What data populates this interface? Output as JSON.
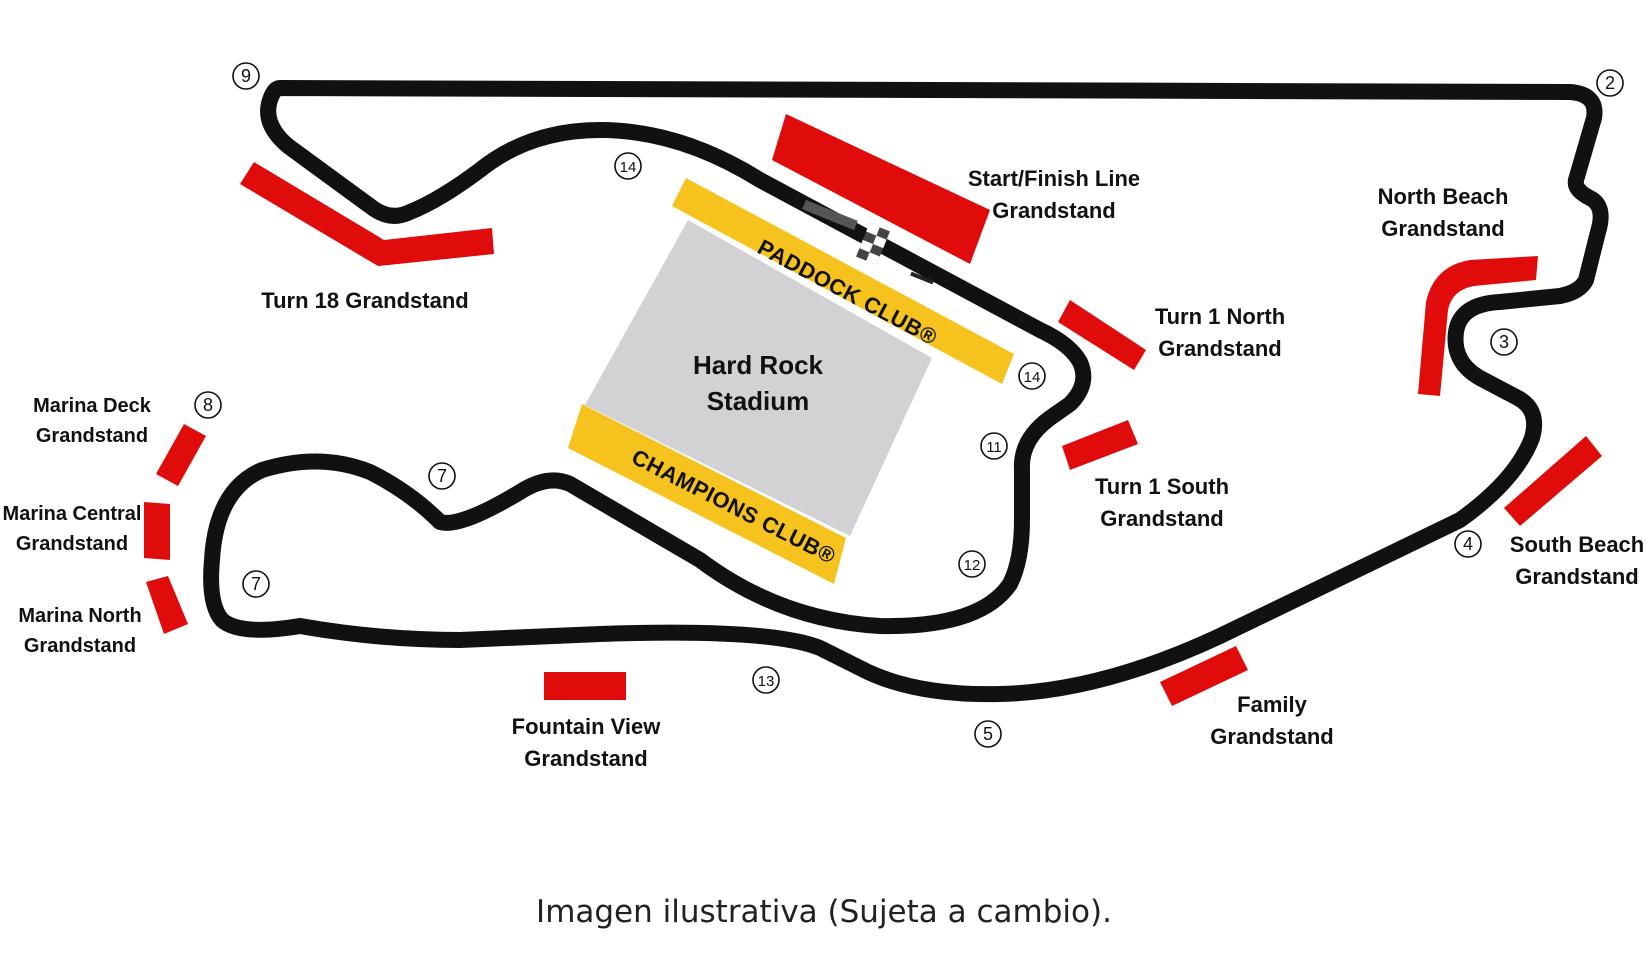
{
  "colors": {
    "track": "#111111",
    "grandstand": "#e00b0b",
    "club": "#f6c31e",
    "stadium": "#d2d2d4"
  },
  "stadium": {
    "line1": "Hard Rock",
    "line2": "Stadium"
  },
  "clubs": {
    "paddock": "PADDOCK CLUB®",
    "champions": "CHAMPIONS CLUB®"
  },
  "grandstands": {
    "start_finish": {
      "line1": "Start/Finish Line",
      "line2": "Grandstand"
    },
    "turn18": {
      "line1": "Turn 18 Grandstand"
    },
    "north_beach": {
      "line1": "North Beach",
      "line2": "Grandstand"
    },
    "turn1_north": {
      "line1": "Turn 1 North",
      "line2": "Grandstand"
    },
    "turn1_south": {
      "line1": "Turn 1 South",
      "line2": "Grandstand"
    },
    "south_beach": {
      "line1": "South Beach",
      "line2": "Grandstand"
    },
    "marina_deck": {
      "line1": "Marina Deck",
      "line2": "Grandstand"
    },
    "marina_central": {
      "line1": "Marina Central",
      "line2": "Grandstand"
    },
    "marina_north": {
      "line1": "Marina North",
      "line2": "Grandstand"
    },
    "fountain_view": {
      "line1": "Fountain View",
      "line2": "Grandstand"
    },
    "family": {
      "line1": "Family",
      "line2": "Grandstand"
    }
  },
  "turn_markers": {
    "t9": "9",
    "t2": "2",
    "t14a": "14",
    "t14b": "14",
    "t3": "3",
    "t8": "8",
    "t7a": "7",
    "t7b": "7",
    "t11": "11",
    "t12": "12",
    "t4": "4",
    "t13": "13",
    "t5": "5"
  },
  "caption": "Imagen ilustrativa (Sujeta a cambio)."
}
